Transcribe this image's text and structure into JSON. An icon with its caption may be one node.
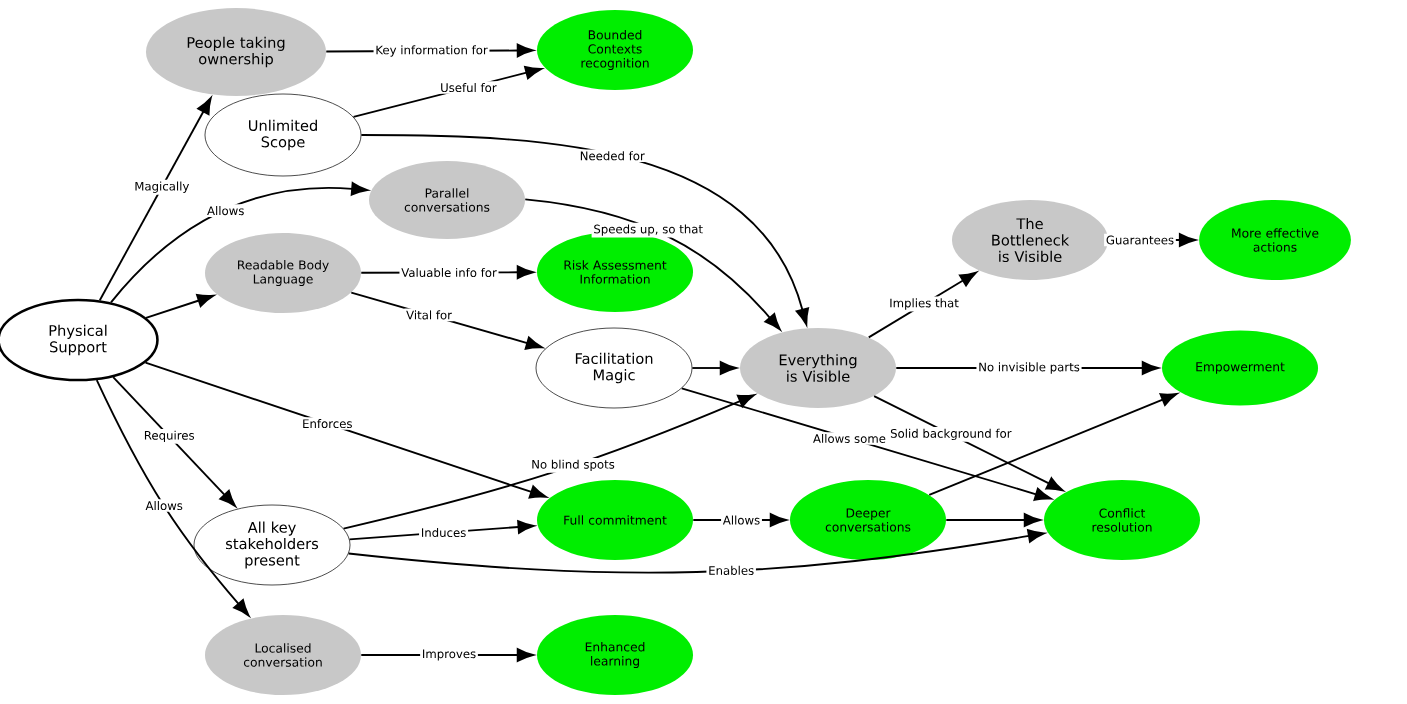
{
  "diagram": {
    "nodes": [
      {
        "text": [
          "Physical Support"
        ]
      },
      {
        "text": [
          "People taking ownership"
        ]
      },
      {
        "text": [
          "Bounded Contexts recognition"
        ]
      },
      {
        "text": [
          "Unlimited Scope"
        ]
      },
      {
        "text": [
          "Parallel conversations"
        ]
      },
      {
        "text": [
          "Readable Body Language"
        ]
      },
      {
        "text": [
          "Risk Assessment Information"
        ]
      },
      {
        "text": [
          "Facilitation Magic"
        ]
      },
      {
        "text": [
          "Everything is Visible"
        ]
      },
      {
        "text": [
          "The Bottleneck is Visible"
        ]
      },
      {
        "text": [
          "More effective actions"
        ]
      },
      {
        "text": [
          "Empowerment"
        ]
      },
      {
        "text": [
          "All key stakeholders present"
        ]
      },
      {
        "text": [
          "Full commitment"
        ]
      },
      {
        "text": [
          "Deeper conversations"
        ]
      },
      {
        "text": [
          "Conflict resolution"
        ]
      },
      {
        "text": [
          "Localised conversation"
        ]
      },
      {
        "text": [
          "Enhanced learning"
        ]
      }
    ],
    "edges": [
      {
        "from": 0,
        "to": 1,
        "arrow": "to",
        "label": "Magically"
      },
      {
        "from": 0,
        "to": 4,
        "arrow": "to",
        "label": "Allows"
      },
      {
        "from": 0,
        "to": 5,
        "arrow": "to"
      },
      {
        "from": 0,
        "to": 13,
        "arrow": "to",
        "label": "Enforces"
      },
      {
        "from": 0,
        "to": 12,
        "arrow": "to",
        "label": "Requires"
      },
      {
        "from": 0,
        "to": 16,
        "arrow": "to",
        "label": "Allows"
      },
      {
        "from": 1,
        "to": 2,
        "arrow": "to",
        "label": "Key information for"
      },
      {
        "from": 3,
        "to": 2,
        "arrow": "to",
        "label": "Useful for"
      },
      {
        "from": 3,
        "to": 8,
        "arrow": "to",
        "label": "Needed for"
      },
      {
        "from": 4,
        "to": 8,
        "arrow": "to",
        "label": "Speeds up, so that"
      },
      {
        "from": 5,
        "to": 6,
        "arrow": "to",
        "label": "Valuable info for"
      },
      {
        "from": 5,
        "to": 7,
        "arrow": "to",
        "label": "Vital for"
      },
      {
        "from": 7,
        "to": 8,
        "arrow": "to"
      },
      {
        "from": 7,
        "to": 15,
        "arrow": "to",
        "label": "Allows some"
      },
      {
        "from": 8,
        "to": 9,
        "arrow": "to",
        "label": "Implies that"
      },
      {
        "from": 8,
        "to": 11,
        "arrow": "to",
        "label": "No invisible parts"
      },
      {
        "from": 8,
        "to": 15,
        "arrow": "to",
        "label": "Solid background for"
      },
      {
        "from": 9,
        "to": 10,
        "arrow": "to",
        "label": "Guarantees"
      },
      {
        "from": 12,
        "to": 8,
        "arrow": "to",
        "label": "No blind spots"
      },
      {
        "from": 12,
        "to": 13,
        "arrow": "to",
        "label": "Induces"
      },
      {
        "from": 12,
        "to": 15,
        "arrow": "to",
        "label": "Enables"
      },
      {
        "from": 13,
        "to": 14,
        "arrow": "to",
        "label": "Allows"
      },
      {
        "from": 14,
        "to": 15,
        "arrow": "to"
      },
      {
        "from": 14,
        "to": 11,
        "arrow": "to"
      },
      {
        "from": 16,
        "to": 17,
        "arrow": "to",
        "label": "Improves"
      }
    ]
  }
}
